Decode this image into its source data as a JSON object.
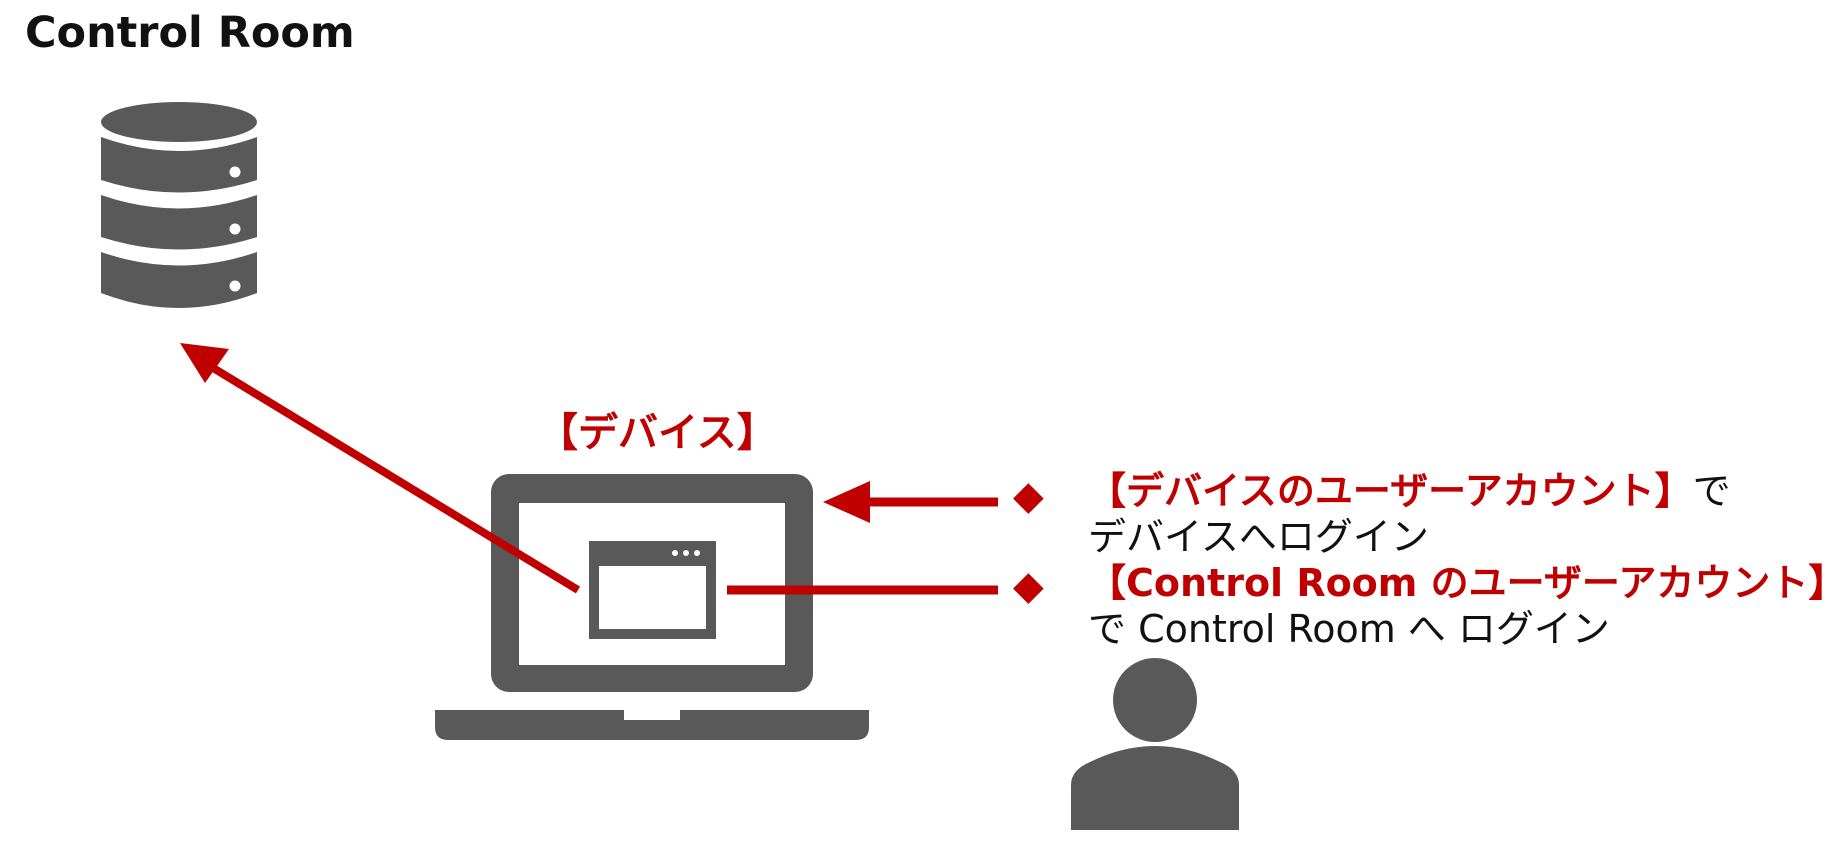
{
  "title": "Control Room",
  "device_label": "【デバイス】",
  "colors": {
    "accent": "#c00000",
    "icon_gray": "#595959",
    "text": "#111111"
  },
  "icons": {
    "server": "database-server-icon",
    "laptop": "laptop-icon",
    "browser_window": "browser-window-icon",
    "user": "user-person-icon",
    "bullet": "diamond-bullet-icon"
  },
  "items": [
    {
      "strong": "【デバイスのユーザーアカウント】",
      "after": "で",
      "line2": "デバイスへログイン"
    },
    {
      "strong": "【Control Room のユーザーアカウント】",
      "after": "",
      "line2": "で Control Room へ ログイン"
    }
  ]
}
